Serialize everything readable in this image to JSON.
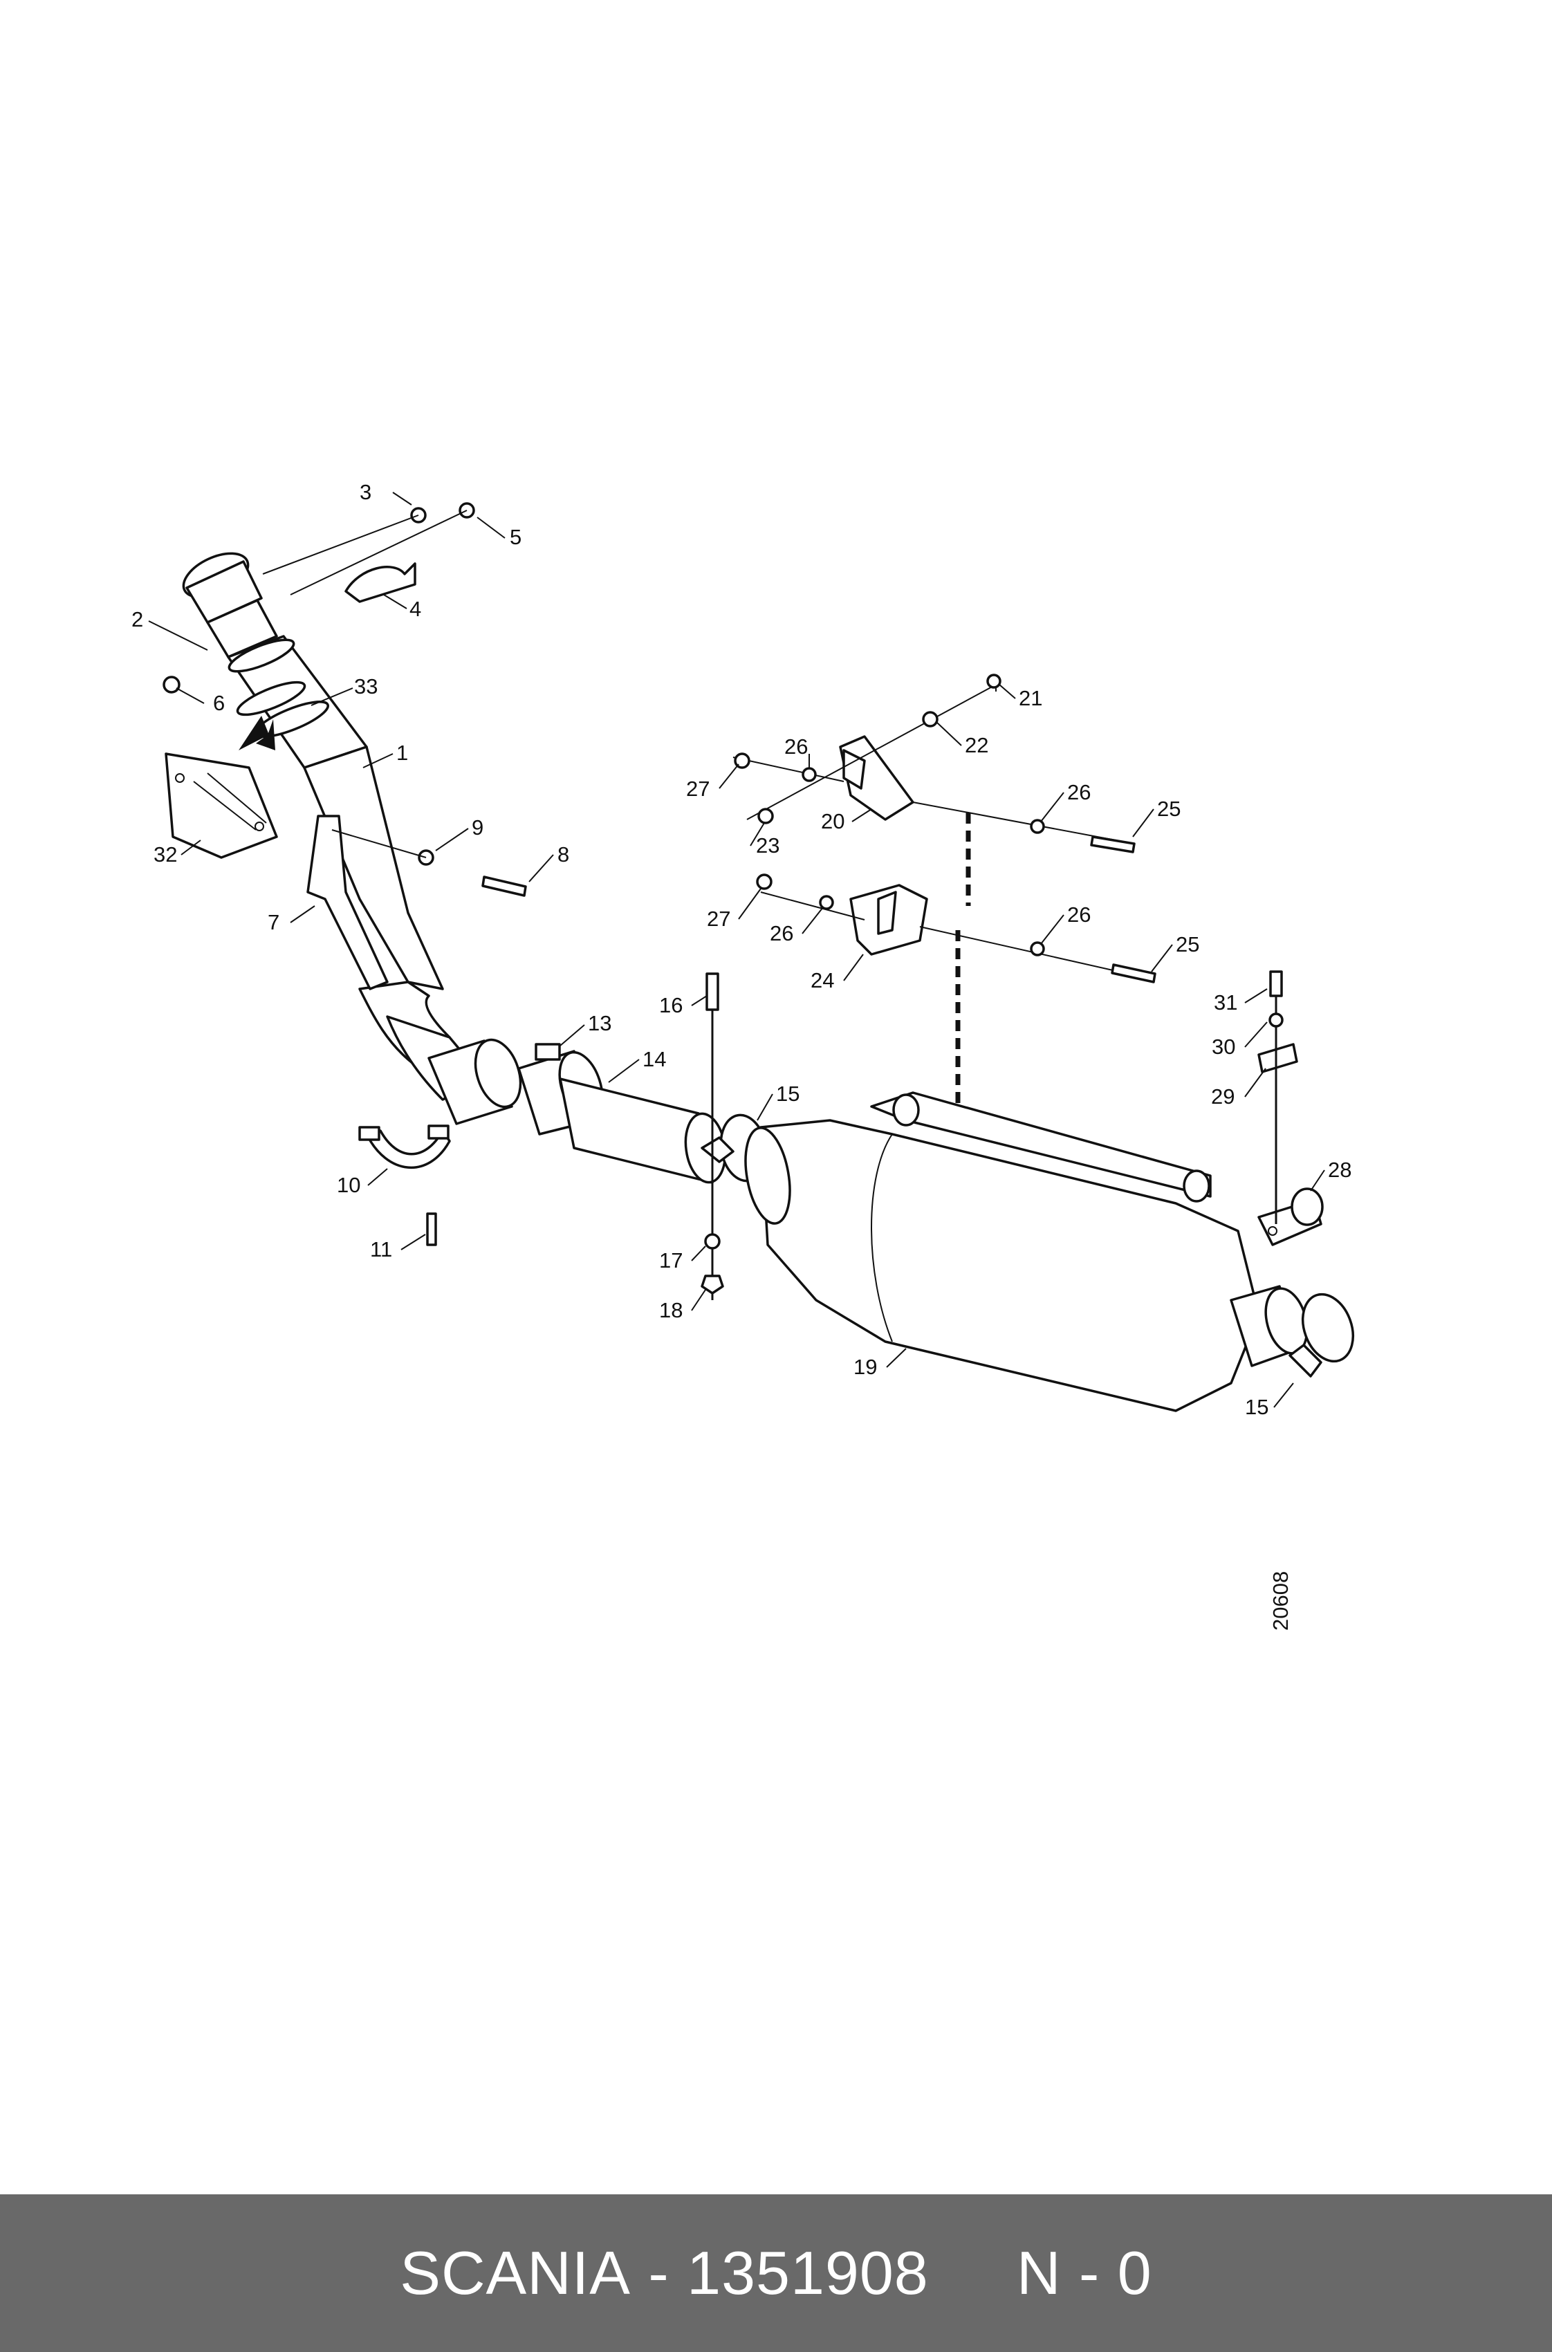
{
  "footer": {
    "brand": "SCANIA",
    "sep1": " - ",
    "part_number": "1351908",
    "gap": "     ",
    "code": "N - 0"
  },
  "drawing_number": "20608",
  "callouts": {
    "c1": "1",
    "c2": "2",
    "c3": "3",
    "c4": "4",
    "c5": "5",
    "c6": "6",
    "c7": "7",
    "c8": "8",
    "c9": "9",
    "c10": "10",
    "c11": "11",
    "c13": "13",
    "c14": "14",
    "c15a": "15",
    "c15b": "15",
    "c16": "16",
    "c17": "17",
    "c18": "18",
    "c19": "19",
    "c20": "20",
    "c21": "21",
    "c22": "22",
    "c23": "23",
    "c24": "24",
    "c25a": "25",
    "c25b": "25",
    "c26a": "26",
    "c26b": "26",
    "c26c": "26",
    "c26d": "26",
    "c27a": "27",
    "c27b": "27",
    "c28": "28",
    "c29": "29",
    "c30": "30",
    "c31": "31",
    "c32": "32",
    "c33": "33"
  }
}
